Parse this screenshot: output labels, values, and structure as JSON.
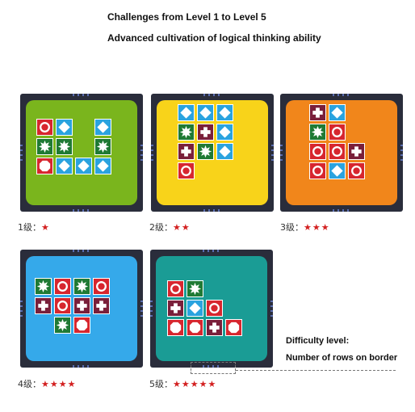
{
  "header": {
    "title": "Challenges from Level 1 to Level 5",
    "subtitle": "Advanced cultivation of logical thinking ability"
  },
  "levels": [
    {
      "caption": "1级：",
      "stars": "★",
      "board_color": "#7ab51d"
    },
    {
      "caption": "2级：",
      "stars": "★★",
      "board_color": "#f8d31a"
    },
    {
      "caption": "3级：",
      "stars": "★★★",
      "board_color": "#f1861b"
    },
    {
      "caption": "4级：",
      "stars": "★★★★",
      "board_color": "#35a9ea"
    },
    {
      "caption": "5级：",
      "stars": "★★★★★",
      "board_color": "#1a9c95"
    }
  ],
  "annotation": {
    "line1": "Difficulty level:",
    "line2": "Number of rows on border"
  },
  "colors": {
    "red": "#d7262e",
    "green": "#1f7a34",
    "blue": "#2aa3df",
    "maroon": "#7a1f3a",
    "board_frame": "#2a2d3b",
    "star_red": "#d32020"
  }
}
